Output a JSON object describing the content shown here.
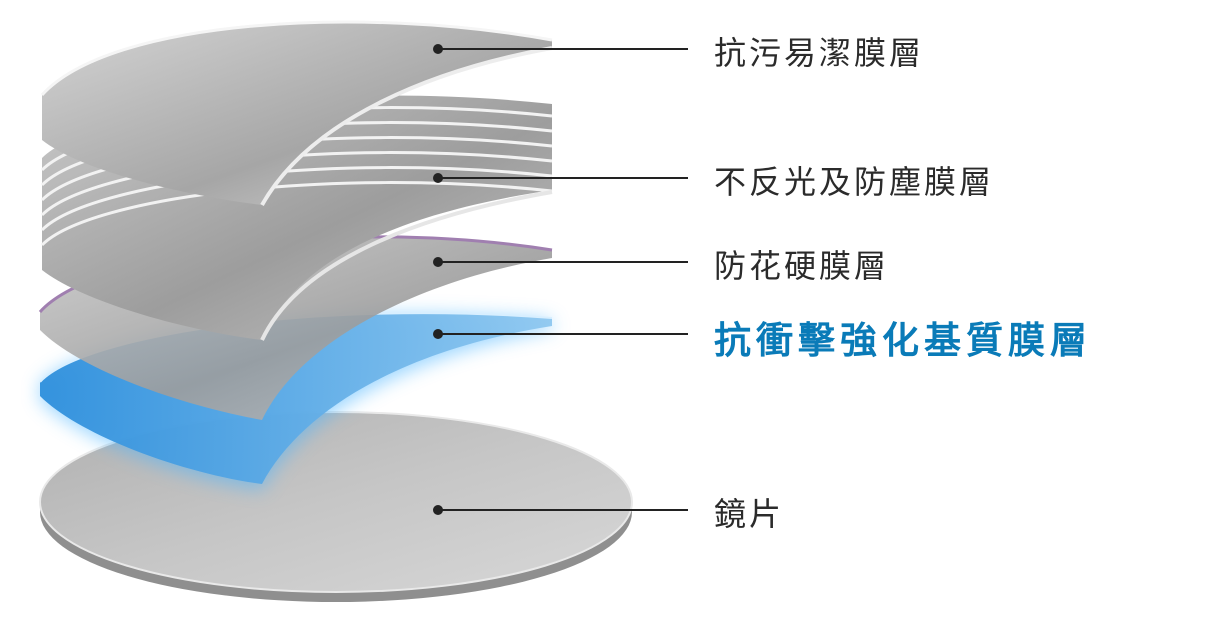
{
  "diagram": {
    "layers": [
      {
        "id": "anti-smudge",
        "label": "抗污易潔膜層",
        "highlight": false,
        "color": "#c8c8c8"
      },
      {
        "id": "anti-reflection",
        "label": "不反光及防塵膜層",
        "highlight": false,
        "color": "#b9b9b9"
      },
      {
        "id": "hard-coat",
        "label": "防花硬膜層",
        "highlight": false,
        "color": "#c2c2c2"
      },
      {
        "id": "impact-resistant",
        "label": "抗衝擊強化基質膜層",
        "highlight": true,
        "color": "#3fa3e6"
      },
      {
        "id": "lens",
        "label": "鏡片",
        "highlight": false,
        "color": "#bdbdbd"
      }
    ]
  }
}
